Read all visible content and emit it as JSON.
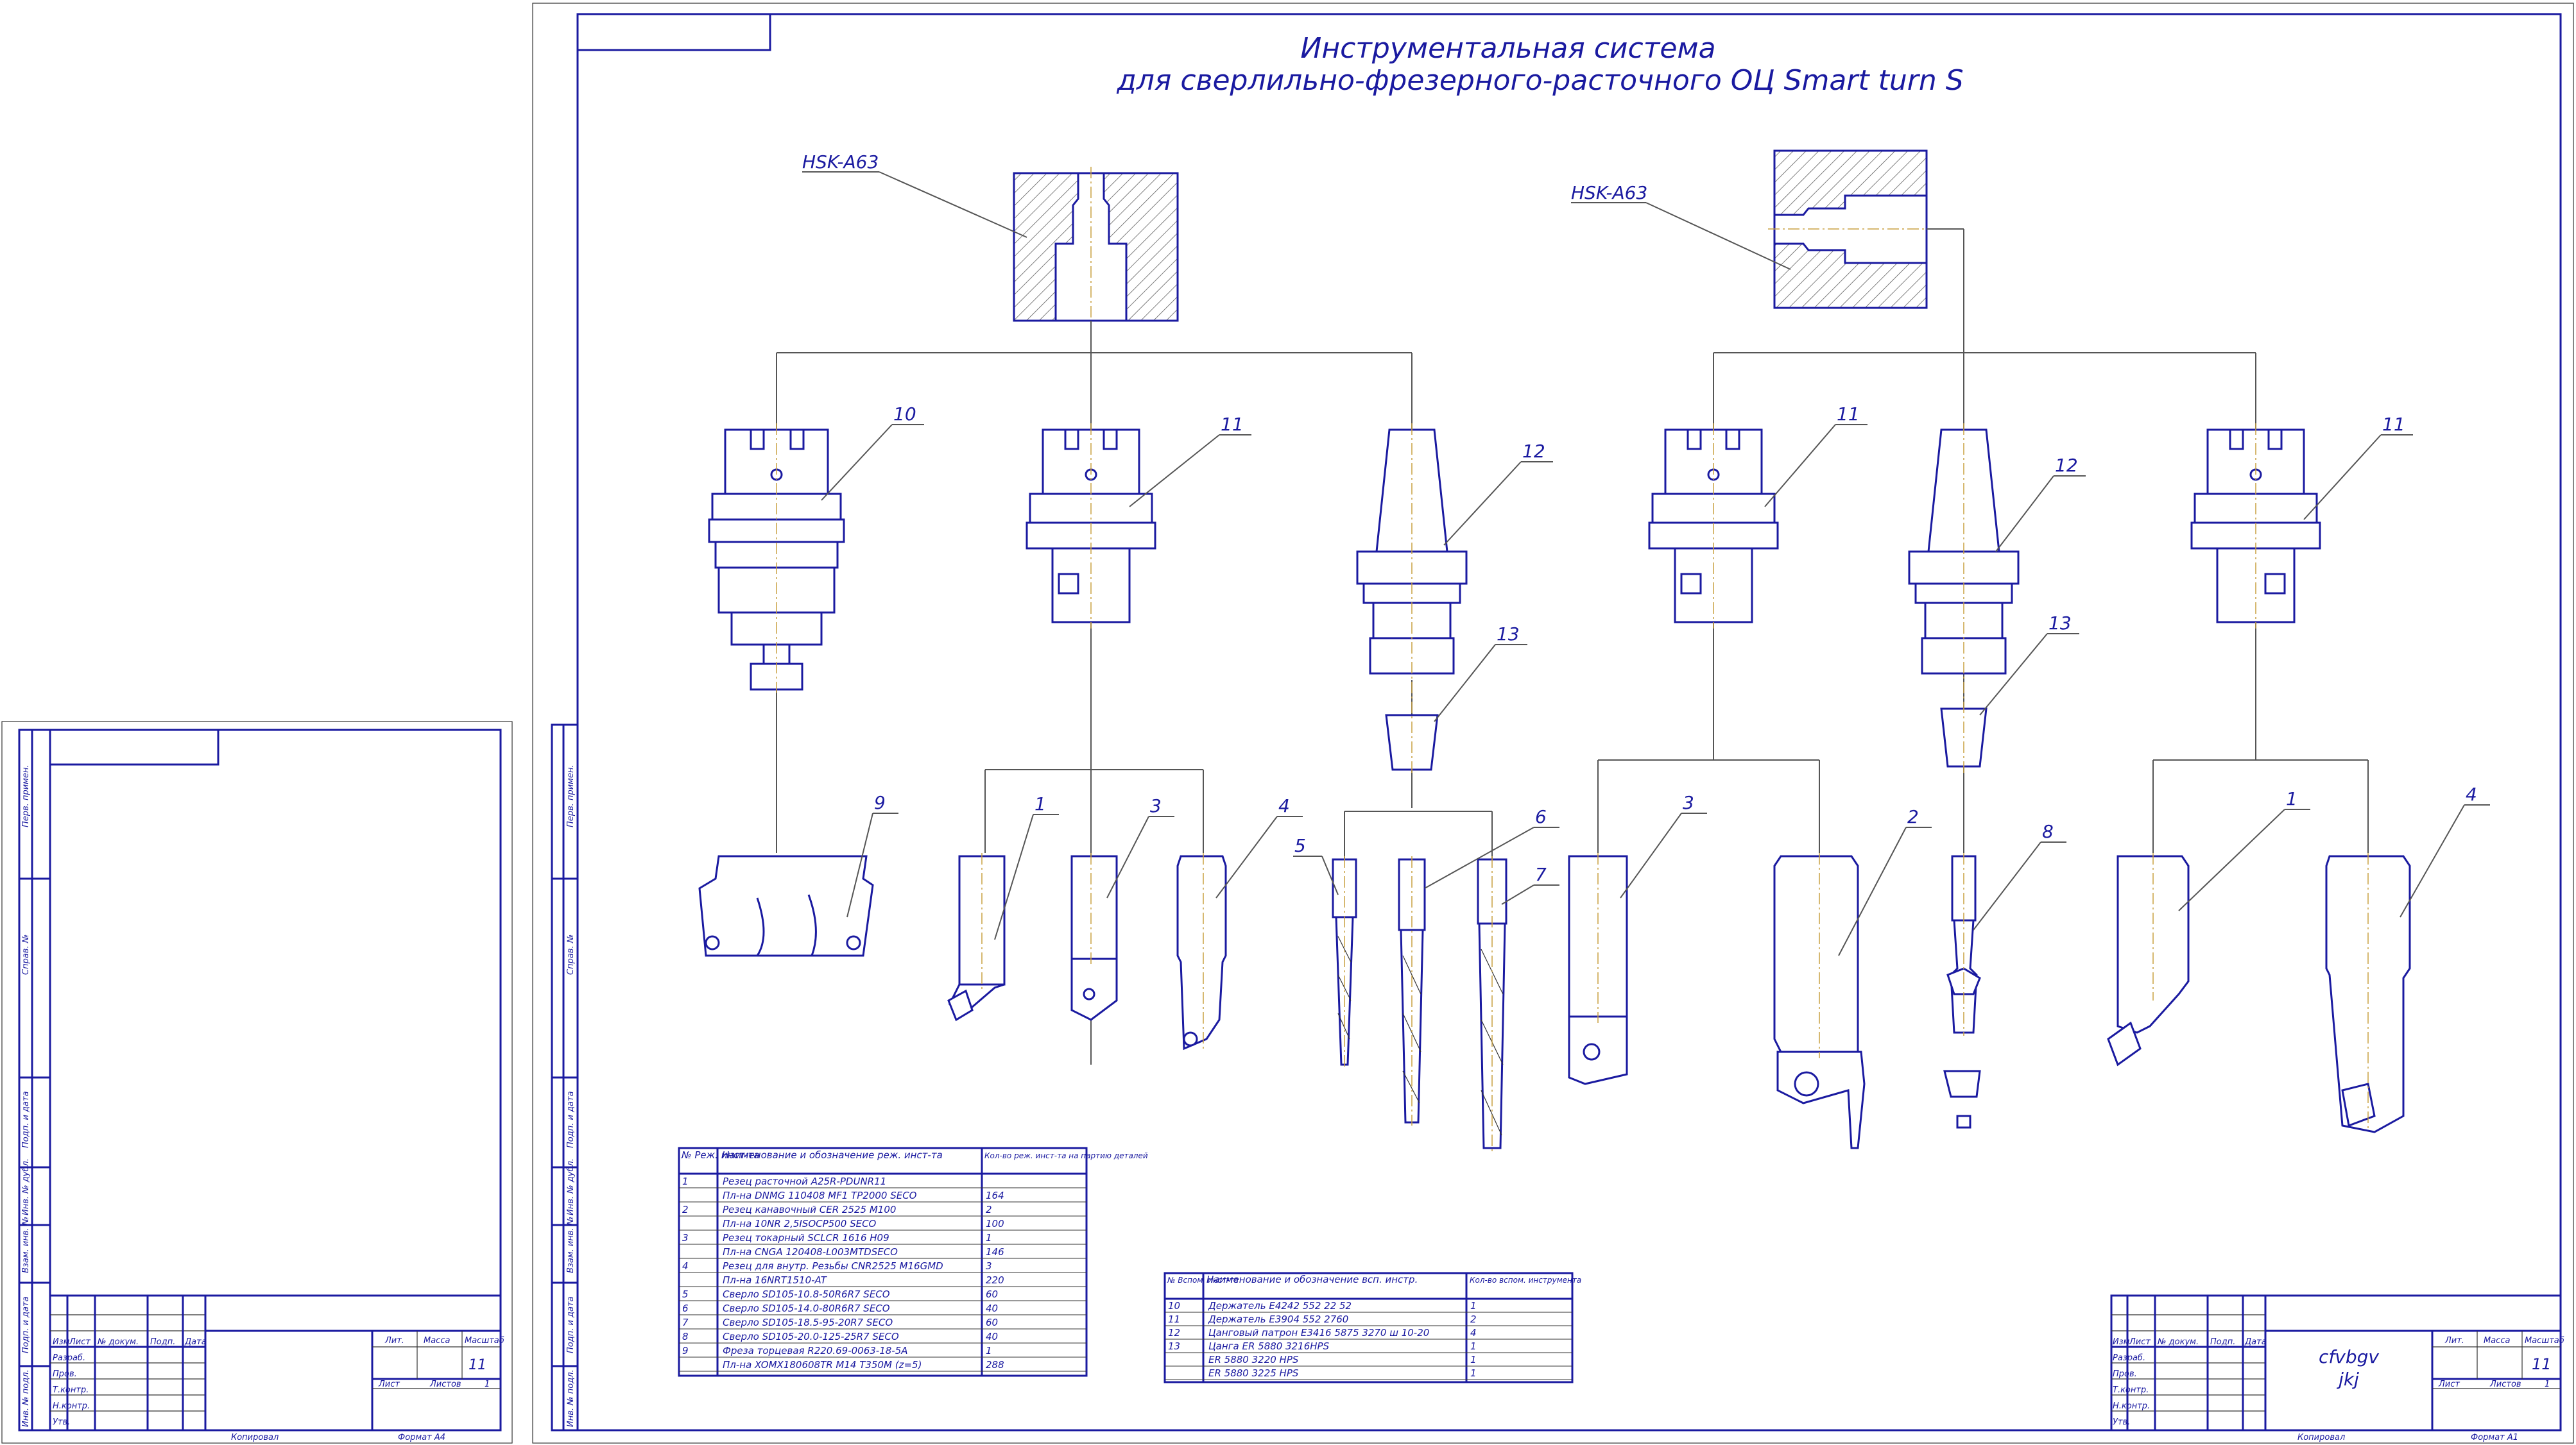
{
  "title": {
    "line1": "Инструментальная система",
    "line2": "для сверлильно-фрезерного-расточного ОЦ Smart turn S"
  },
  "spindles": {
    "left_label": "HSK-A63",
    "right_label": "HSK-A63"
  },
  "callouts": [
    "10",
    "11",
    "12",
    "11",
    "12",
    "11",
    "13",
    "13",
    "9",
    "1",
    "3",
    "4",
    "5",
    "6",
    "7",
    "3",
    "2",
    "8",
    "1",
    "4"
  ],
  "main_table": {
    "headers": [
      "№ Реж. инст-та",
      "Наименование и обозначение реж. инст-та",
      "Кол-во реж. инст-та на партию деталей"
    ],
    "rows": [
      [
        "1",
        "Резец расточной A25R-PDUNR11",
        ""
      ],
      [
        "",
        "Пл-на DNMG 110408 MF1 TP2000 SECO",
        "164"
      ],
      [
        "2",
        "Резец канавочный CER 2525 M100",
        "2"
      ],
      [
        "",
        "Пл-на 10NR 2,5ISOCP500 SECO",
        "100"
      ],
      [
        "3",
        "Резец токарный SCLCR 1616 H09",
        "1"
      ],
      [
        "",
        "Пл-на CNGA 120408-L003MTDSECO",
        "146"
      ],
      [
        "4",
        "Резец для внутр. Резьбы CNR2525 M16GMD",
        "3"
      ],
      [
        "",
        "Пл-на 16NRT1510-AT",
        "220"
      ],
      [
        "5",
        "Сверло SD105-10.8-50R6R7 SECO",
        "60"
      ],
      [
        "6",
        "Сверло SD105-14.0-80R6R7 SECO",
        "40"
      ],
      [
        "7",
        "Сверло SD105-18.5-95-20R7 SECO",
        "60"
      ],
      [
        "8",
        "Сверло SD105-20.0-125-25R7 SECO",
        "40"
      ],
      [
        "9",
        "Фреза торцевая R220.69-0063-18-5A",
        "1"
      ],
      [
        "",
        "Пл-на XOMX180608TR M14 T350M (z=5)",
        "288"
      ]
    ]
  },
  "aux_table": {
    "headers": [
      "№ Вспом. инст-та",
      "Наименование и обозначение всп. инстр.",
      "Кол-во вспом. инструмента"
    ],
    "rows": [
      [
        "10",
        "Держатель E4242 552 22 52",
        "1"
      ],
      [
        "11",
        "Держатель E3904 552 2760",
        "2"
      ],
      [
        "12",
        "Цанговый патрон E3416 5875 3270 ш 10-20",
        "4"
      ],
      [
        "13",
        "Цанга ER 5880 3216HPS",
        "1"
      ],
      [
        "",
        "ER 5880 3220 HPS",
        "1"
      ],
      [
        "",
        "ER 5880 3225 HPS",
        "1"
      ]
    ]
  },
  "title_block": {
    "designation": "cfvbgv",
    "name": "jkj",
    "sheet_count": "11",
    "labels": [
      "Изм",
      "Лист",
      "№ докум.",
      "Подп.",
      "Дата",
      "Разраб.",
      "Пров.",
      "Т.контр.",
      "Н.контр.",
      "Утв."
    ],
    "lit_labels": [
      "Лит.",
      "Масса",
      "Масштаб"
    ],
    "sheet_label": "Лист",
    "sheets_label": "Листов",
    "sheets_value": "1",
    "copied": "Копировал",
    "format": "Формат   А1"
  },
  "side_stamp": [
    "Перв. примен.",
    "Справ. №",
    "Подп. и дата",
    "Инв. № дубл.",
    "Взам. инв. №",
    "Подп. и дата",
    "Инв. № подл."
  ],
  "small_sheet": {
    "sheet_count": "11",
    "labels": [
      "Изм",
      "Лист",
      "№ докум.",
      "Подп.",
      "Дата",
      "Разраб.",
      "Пров.",
      "Т.контр.",
      "Н.контр.",
      "Утв."
    ],
    "lit_labels": [
      "Лит.",
      "Масса",
      "Масштаб"
    ],
    "sheet_label": "Лист",
    "sheets_label": "Листов",
    "sheets_value": "1",
    "copied": "Копировал",
    "format": "Формат   А4",
    "side_stamp": [
      "Перв. примен.",
      "Справ. №",
      "Подп. и дата",
      "Инв. № дубл.",
      "Взам. инв. №",
      "Подп. и дата",
      "Инв. № подл."
    ]
  }
}
